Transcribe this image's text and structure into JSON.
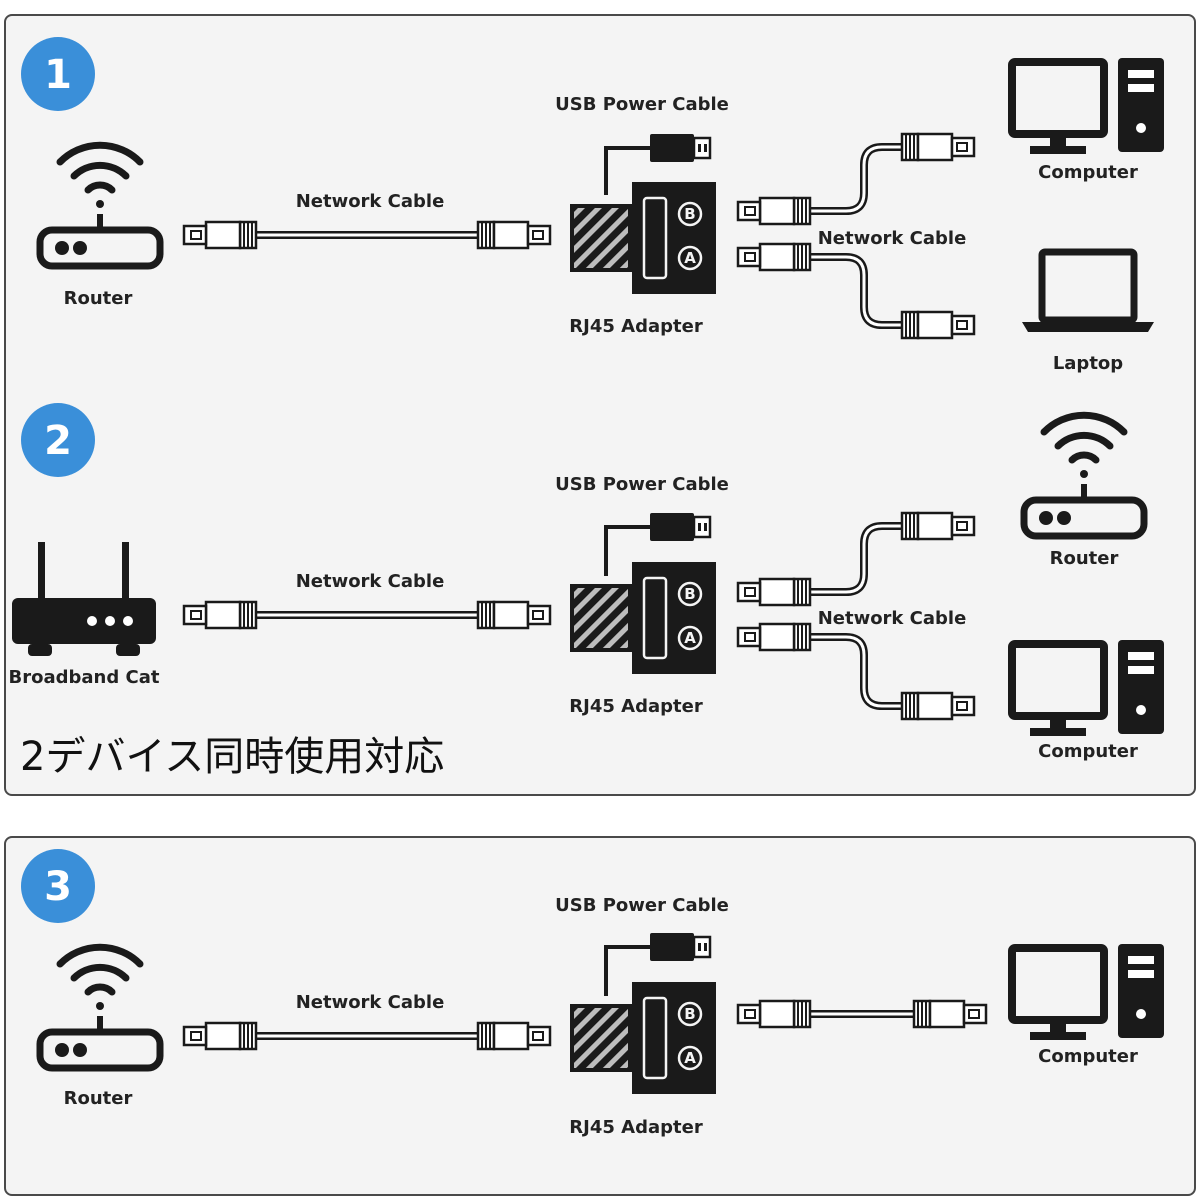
{
  "colors": {
    "badge": "#3a8fd9",
    "dark": "#1a1a1a",
    "panel": "#f4f4f4"
  },
  "scenarios": [
    {
      "number": "1",
      "source": "Router",
      "source_icon": "router-icon",
      "cable_in": "Network Cable",
      "usb": "USB Power Cable",
      "adapter": "RJ45 Adapter",
      "port_b": "B",
      "port_a": "A",
      "cable_out": "Network Cable",
      "targets": [
        "Computer",
        "Laptop"
      ],
      "target_icons": [
        "computer-icon",
        "laptop-icon"
      ]
    },
    {
      "number": "2",
      "source": "Broadband Cat",
      "source_icon": "broadband-modem-icon",
      "cable_in": "Network Cable",
      "usb": "USB Power Cable",
      "adapter": "RJ45 Adapter",
      "port_b": "B",
      "port_a": "A",
      "cable_out": "Network Cable",
      "targets": [
        "Router",
        "Computer"
      ],
      "target_icons": [
        "router-icon",
        "computer-icon"
      ]
    },
    {
      "number": "3",
      "source": "Router",
      "source_icon": "router-icon",
      "cable_in": "Network Cable",
      "usb": "USB Power Cable",
      "adapter": "RJ45 Adapter",
      "port_b": "B",
      "port_a": "A",
      "targets": [
        "Computer"
      ],
      "target_icons": [
        "computer-icon"
      ]
    }
  ],
  "caption": "2デバイス同時使用対応"
}
